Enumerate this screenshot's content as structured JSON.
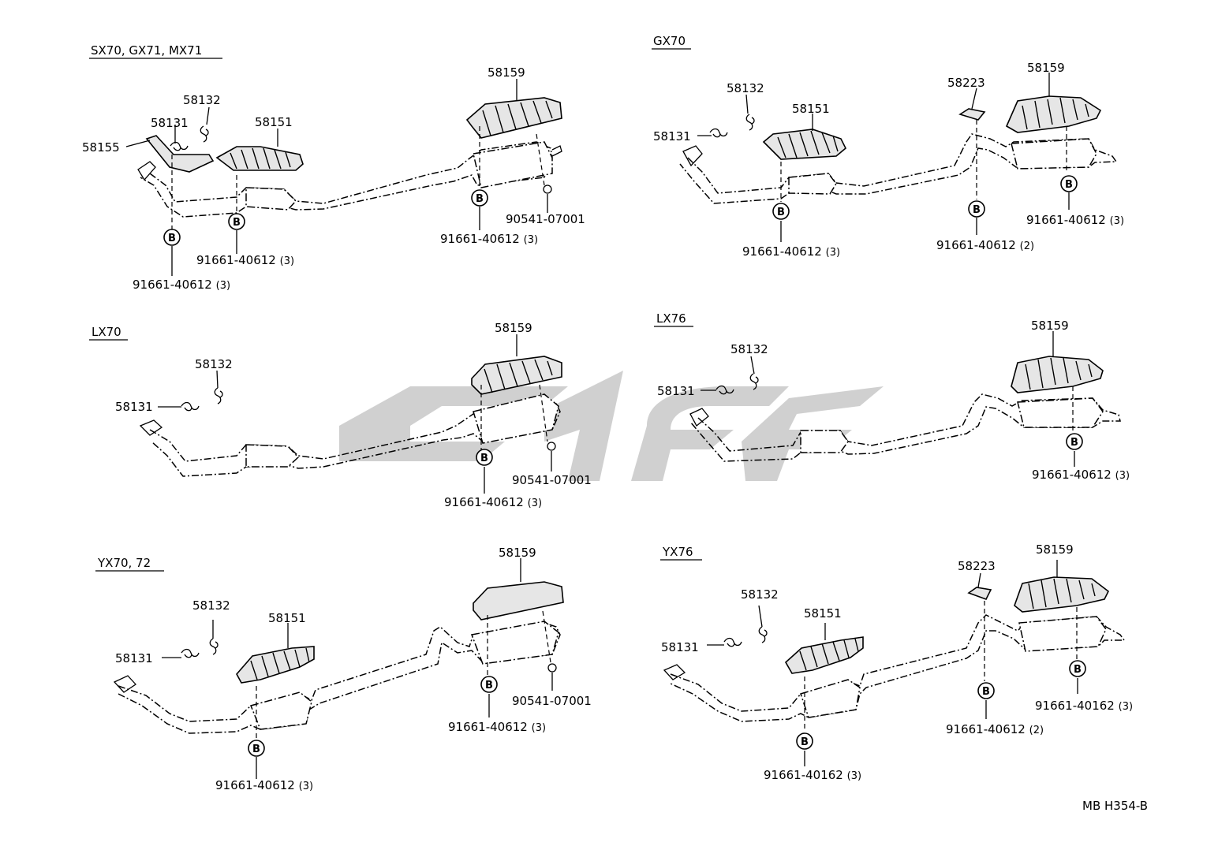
{
  "diagram": {
    "code": "MB H354-B",
    "panels": [
      {
        "id": "sx70",
        "title": "SX70, GX71, MX71",
        "parts": {
          "shield_rear": "58159",
          "shield_front": "58151",
          "bracket": "58155",
          "clip_a": "58131",
          "clip_b": "58132",
          "nut": "90541-07001"
        },
        "bolts": [
          {
            "part": "91661-40612",
            "qty": "(3)"
          },
          {
            "part": "91661-40612",
            "qty": "(3)"
          },
          {
            "part": "91661-40612",
            "qty": "(3)"
          }
        ]
      },
      {
        "id": "gx70",
        "title": "GX70",
        "parts": {
          "shield_rear": "58159",
          "shield_front": "58151",
          "clip_a": "58131",
          "clip_b": "58132",
          "plate": "58223"
        },
        "bolts": [
          {
            "part": "91661-40612",
            "qty": "(3)"
          },
          {
            "part": "91661-40612",
            "qty": "(2)"
          },
          {
            "part": "91661-40612",
            "qty": "(3)"
          }
        ]
      },
      {
        "id": "lx70",
        "title": "LX70",
        "parts": {
          "shield_rear": "58159",
          "clip_a": "58131",
          "clip_b": "58132",
          "nut": "90541-07001"
        },
        "bolts": [
          {
            "part": "91661-40612",
            "qty": "(3)"
          }
        ]
      },
      {
        "id": "lx76",
        "title": "LX76",
        "parts": {
          "shield_rear": "58159",
          "clip_a": "58131",
          "clip_b": "58132"
        },
        "bolts": [
          {
            "part": "91661-40612",
            "qty": "(3)"
          }
        ]
      },
      {
        "id": "yx70",
        "title": "YX70, 72",
        "parts": {
          "shield_rear": "58159",
          "shield_front": "58151",
          "clip_a": "58131",
          "clip_b": "58132",
          "nut": "90541-07001"
        },
        "bolts": [
          {
            "part": "91661-40612",
            "qty": "(3)"
          },
          {
            "part": "91661-40612",
            "qty": "(3)"
          }
        ]
      },
      {
        "id": "yx76",
        "title": "YX76",
        "parts": {
          "shield_rear": "58159",
          "shield_front": "58151",
          "clip_a": "58131",
          "clip_b": "58132",
          "plate": "58223"
        },
        "bolts": [
          {
            "part": "91661-40162",
            "qty": "(3)"
          },
          {
            "part": "91661-40612",
            "qty": "(2)"
          },
          {
            "part": "91661-40162",
            "qty": "(3)"
          }
        ]
      }
    ],
    "badge_letter": "B"
  }
}
